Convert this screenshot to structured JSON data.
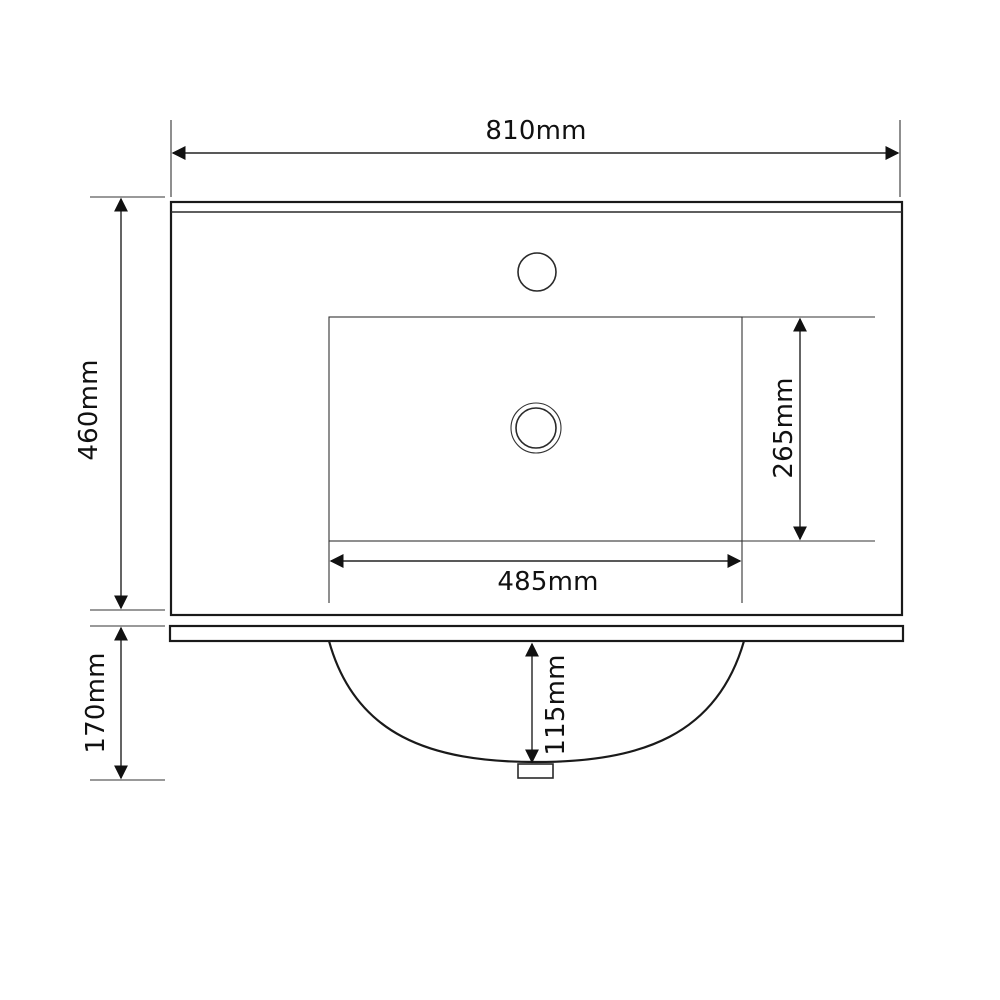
{
  "dimensions": {
    "width_total": "810mm",
    "depth_total": "460mm",
    "basin_depth": "265mm",
    "basin_width": "485mm",
    "height_total": "170mm",
    "bowl_height": "115mm"
  },
  "colors": {
    "ink": "#111111",
    "background": "#ffffff"
  }
}
